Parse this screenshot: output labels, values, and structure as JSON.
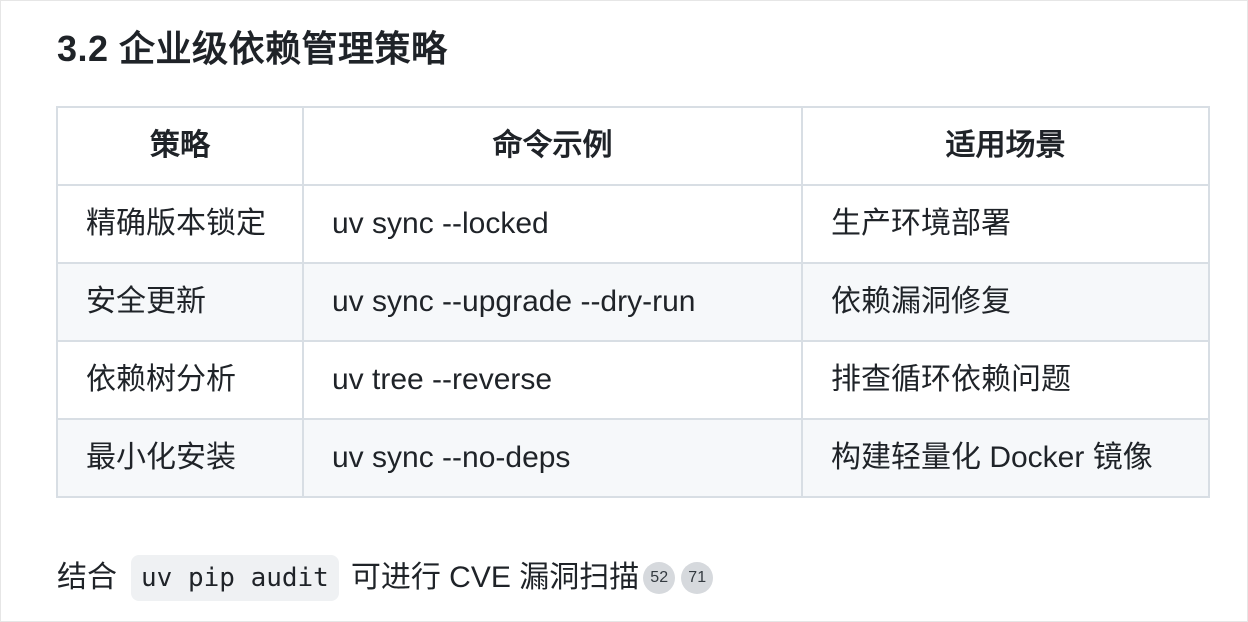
{
  "heading": "3.2 企业级依赖管理策略",
  "table": {
    "headers": [
      "策略",
      "命令示例",
      "适用场景"
    ],
    "rows": [
      [
        "精确版本锁定",
        "uv sync --locked",
        "生产环境部署"
      ],
      [
        "安全更新",
        "uv sync --upgrade --dry-run",
        "依赖漏洞修复"
      ],
      [
        "依赖树分析",
        "uv tree --reverse",
        "排查循环依赖问题"
      ],
      [
        "最小化安装",
        "uv sync --no-deps",
        "构建轻量化 Docker 镜像"
      ]
    ]
  },
  "footer": {
    "prefix": "结合",
    "code": "uv pip audit",
    "suffix": "可进行 CVE 漏洞扫描",
    "citations": [
      "52",
      "71"
    ]
  }
}
